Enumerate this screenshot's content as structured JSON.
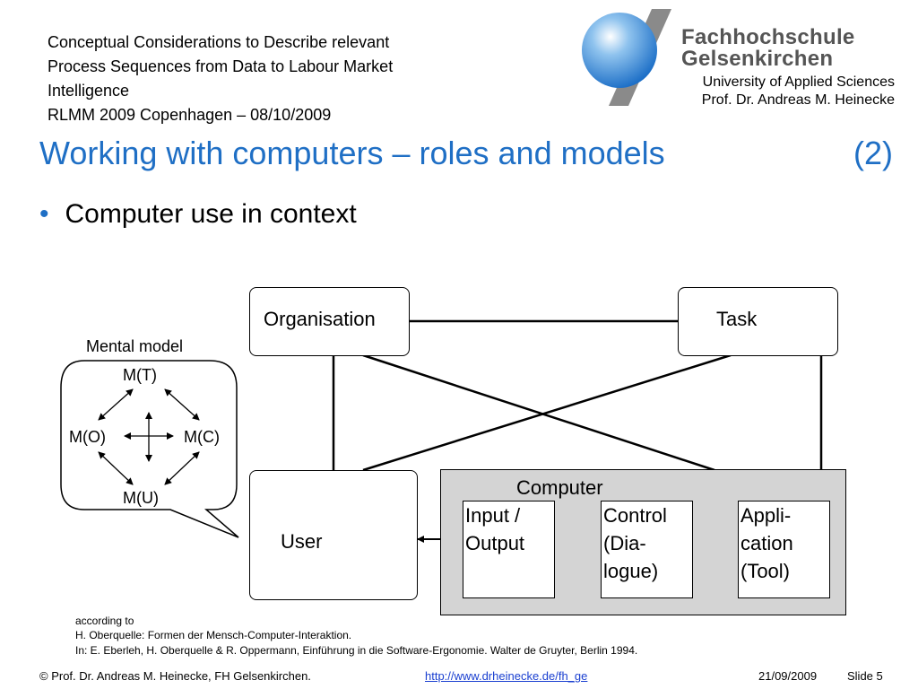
{
  "header": {
    "lines": [
      "Conceptual Considerations to Describe relevant",
      "Process Sequences from Data to Labour Market",
      "Intelligence",
      "RLMM 2009 Copenhagen – 08/10/2009"
    ],
    "logo_line1": "Fachhochschule",
    "logo_line2": "Gelsenkirchen",
    "university": "University of Applied Sciences",
    "professor": "Prof. Dr. Andreas M. Heinecke"
  },
  "slide": {
    "title": "Working with computers – roles and models",
    "title_number": "(2)",
    "bullet": "Computer use in context"
  },
  "diagram": {
    "organisation": "Organisation",
    "task": "Task",
    "user": "User",
    "computer": "Computer",
    "io": [
      "Input /",
      "Output"
    ],
    "control": [
      "Control",
      "(Dia-",
      "logue)"
    ],
    "application": [
      "Appli-",
      "cation",
      "(Tool)"
    ],
    "mental_model_label": "Mental model",
    "m_t": "M(T)",
    "m_o": "M(O)",
    "m_c": "M(C)",
    "m_u": "M(U)"
  },
  "reference": {
    "line1": "according to",
    "line2": "H. Oberquelle: Formen der Mensch-Computer-Interaktion.",
    "line3": "In: E. Eberleh, H. Oberquelle & R. Oppermann, Einführung in die Software-Ergonomie. Walter de Gruyter, Berlin 1994."
  },
  "footer": {
    "copyright": "© Prof. Dr. Andreas M. Heinecke, FH Gelsenkirchen.",
    "url": "http://www.drheinecke.de/fh_ge",
    "date": "21/09/2009",
    "slide": "Slide 5"
  },
  "colors": {
    "title": "#1f6fc5",
    "computer_panel": "#d4d4d4",
    "link": "#1a3fd0"
  },
  "icons": [
    "logo-sphere-icon"
  ]
}
